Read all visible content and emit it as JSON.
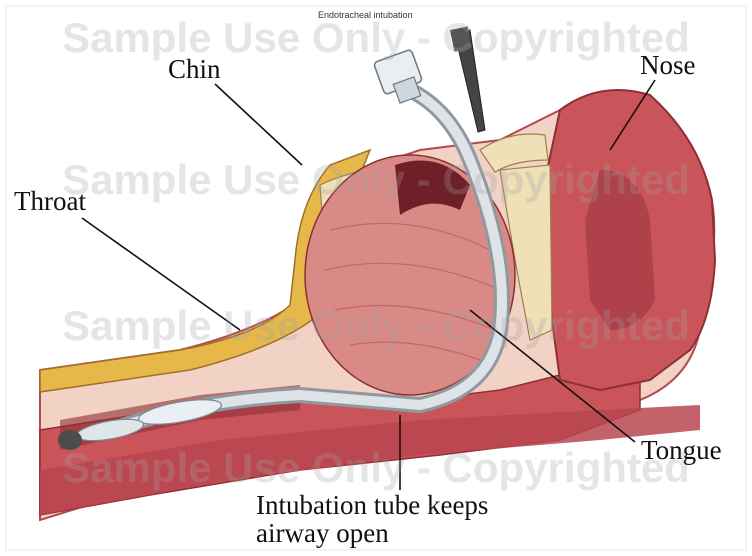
{
  "figure": {
    "title": "Endotracheal intubation",
    "colors": {
      "skin": "#c9555a",
      "tongue": "#d98a86",
      "fat_layer": "#e6b84a",
      "tube": "#c8d0d4",
      "bone": "#efe0b8"
    }
  },
  "labels": {
    "chin": "Chin",
    "nose": "Nose",
    "throat": "Throat",
    "tongue": "Tongue",
    "tube_line1": "Intubation tube keeps",
    "tube_line2": "airway open"
  },
  "watermark": {
    "text": "Sample Use Only - Copyrighted"
  }
}
